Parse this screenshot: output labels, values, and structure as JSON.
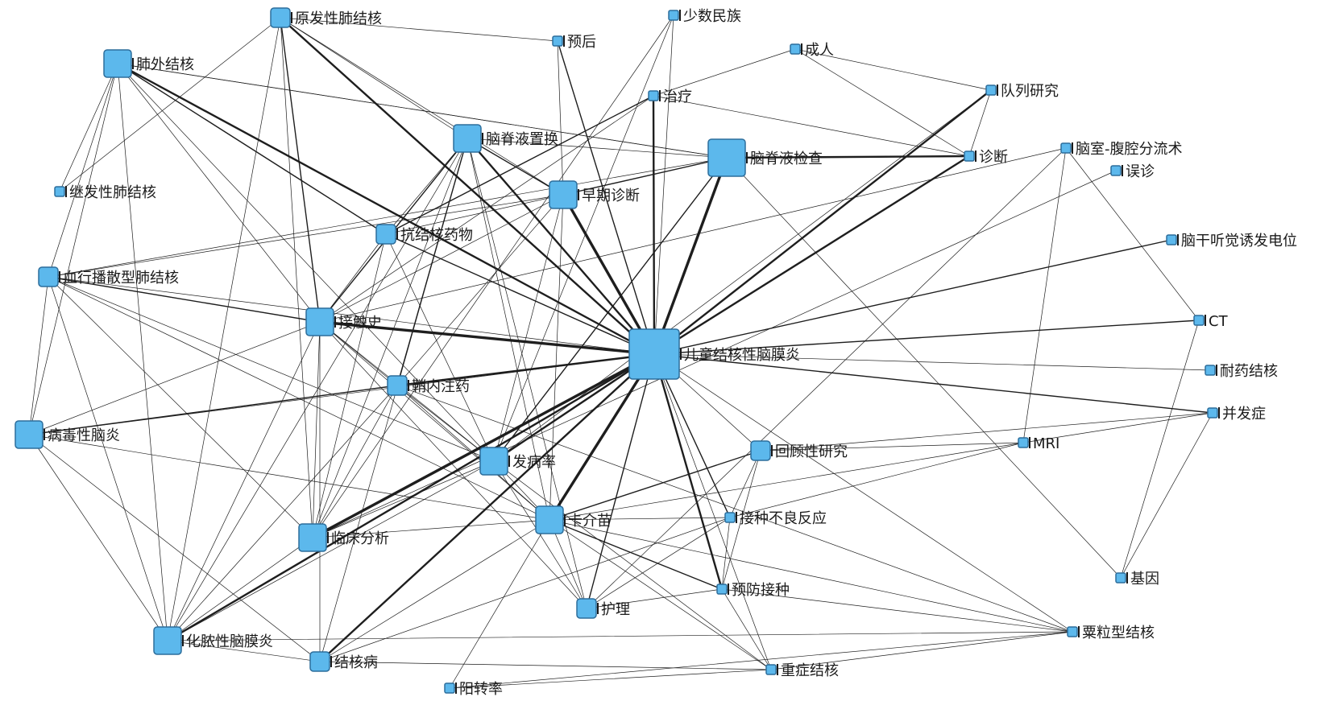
{
  "colors": {
    "node_fill": "#5cb8ec",
    "node_stroke": "#2d6e9c",
    "edge": "#1e1e1e",
    "background": "#ffffff"
  },
  "nodes": [
    {
      "id": "n0",
      "label": "儿童结核性脑膜炎",
      "size": "xl"
    },
    {
      "id": "n1",
      "label": "脑脊液检查",
      "size": "l"
    },
    {
      "id": "n2",
      "label": "脑脊液置换",
      "size": "m"
    },
    {
      "id": "n3",
      "label": "肺外结核",
      "size": "m"
    },
    {
      "id": "n4",
      "label": "原发性肺结核",
      "size": "s"
    },
    {
      "id": "n5",
      "label": "继发性肺结核",
      "size": "xs"
    },
    {
      "id": "n6",
      "label": "血行播散型肺结核",
      "size": "s"
    },
    {
      "id": "n7",
      "label": "病毒性脑炎",
      "size": "m"
    },
    {
      "id": "n8",
      "label": "化脓性脑膜炎",
      "size": "m"
    },
    {
      "id": "n9",
      "label": "结核病",
      "size": "s"
    },
    {
      "id": "n10",
      "label": "阳转率",
      "size": "xs"
    },
    {
      "id": "n11",
      "label": "临床分析",
      "size": "m"
    },
    {
      "id": "n12",
      "label": "接触史",
      "size": "m"
    },
    {
      "id": "n13",
      "label": "鞘内注药",
      "size": "s"
    },
    {
      "id": "n14",
      "label": "抗结核药物",
      "size": "s"
    },
    {
      "id": "n15",
      "label": "早期诊断",
      "size": "m"
    },
    {
      "id": "n16",
      "label": "发病率",
      "size": "m"
    },
    {
      "id": "n17",
      "label": "卡介苗",
      "size": "m"
    },
    {
      "id": "n18",
      "label": "护理",
      "size": "s"
    },
    {
      "id": "n19",
      "label": "预后",
      "size": "xs"
    },
    {
      "id": "n20",
      "label": "少数民族",
      "size": "xs"
    },
    {
      "id": "n21",
      "label": "治疗",
      "size": "xs"
    },
    {
      "id": "n22",
      "label": "成人",
      "size": "xs"
    },
    {
      "id": "n23",
      "label": "队列研究",
      "size": "xs"
    },
    {
      "id": "n24",
      "label": "诊断",
      "size": "xs"
    },
    {
      "id": "n25",
      "label": "脑室-腹腔分流术",
      "size": "xs"
    },
    {
      "id": "n26",
      "label": "误诊",
      "size": "xs"
    },
    {
      "id": "n27",
      "label": "脑干听觉诱发电位",
      "size": "xs"
    },
    {
      "id": "n28",
      "label": "CT",
      "size": "xs"
    },
    {
      "id": "n29",
      "label": "耐药结核",
      "size": "xs"
    },
    {
      "id": "n30",
      "label": "并发症",
      "size": "xs"
    },
    {
      "id": "n31",
      "label": "MRI",
      "size": "xs"
    },
    {
      "id": "n32",
      "label": "回顾性研究",
      "size": "s"
    },
    {
      "id": "n33",
      "label": "接种不良反应",
      "size": "xs"
    },
    {
      "id": "n34",
      "label": "预防接种",
      "size": "xs"
    },
    {
      "id": "n35",
      "label": "基因",
      "size": "xs"
    },
    {
      "id": "n36",
      "label": "粟粒型结核",
      "size": "xs"
    },
    {
      "id": "n37",
      "label": "重症结核",
      "size": "xs"
    }
  ],
  "edges": [
    [
      "n0",
      "n1",
      4
    ],
    [
      "n0",
      "n2",
      3
    ],
    [
      "n0",
      "n3",
      3
    ],
    [
      "n0",
      "n4",
      3
    ],
    [
      "n0",
      "n12",
      4
    ],
    [
      "n0",
      "n13",
      3
    ],
    [
      "n0",
      "n15",
      4
    ],
    [
      "n0",
      "n16",
      3
    ],
    [
      "n0",
      "n17",
      4
    ],
    [
      "n0",
      "n11",
      4
    ],
    [
      "n0",
      "n8",
      3
    ],
    [
      "n0",
      "n9",
      3
    ],
    [
      "n0",
      "n24",
      3
    ],
    [
      "n0",
      "n23",
      3
    ],
    [
      "n0",
      "n27",
      2
    ],
    [
      "n0",
      "n28",
      2
    ],
    [
      "n0",
      "n30",
      2
    ],
    [
      "n0",
      "n29",
      1
    ],
    [
      "n0",
      "n32",
      1
    ],
    [
      "n0",
      "n34",
      3
    ],
    [
      "n0",
      "n18",
      2
    ],
    [
      "n0",
      "n21",
      3
    ],
    [
      "n0",
      "n19",
      2
    ],
    [
      "n0",
      "n14",
      2
    ],
    [
      "n0",
      "n6",
      1
    ],
    [
      "n0",
      "n7",
      1
    ],
    [
      "n0",
      "n20",
      1
    ],
    [
      "n0",
      "n33",
      2
    ],
    [
      "n0",
      "n36",
      1
    ],
    [
      "n0",
      "n37",
      1
    ],
    [
      "n1",
      "n24",
      3
    ],
    [
      "n1",
      "n15",
      2
    ],
    [
      "n1",
      "n2",
      1
    ],
    [
      "n1",
      "n16",
      2
    ],
    [
      "n1",
      "n35",
      1
    ],
    [
      "n1",
      "n3",
      1
    ],
    [
      "n1",
      "n6",
      1
    ],
    [
      "n2",
      "n13",
      2
    ],
    [
      "n2",
      "n15",
      2
    ],
    [
      "n2",
      "n12",
      2
    ],
    [
      "n2",
      "n11",
      1
    ],
    [
      "n2",
      "n8",
      1
    ],
    [
      "n2",
      "n17",
      1
    ],
    [
      "n2",
      "n18",
      1
    ],
    [
      "n2",
      "n9",
      1
    ],
    [
      "n2",
      "n14",
      1
    ],
    [
      "n3",
      "n14",
      2
    ],
    [
      "n3",
      "n5",
      1
    ],
    [
      "n3",
      "n6",
      1
    ],
    [
      "n3",
      "n7",
      1
    ],
    [
      "n3",
      "n8",
      1
    ],
    [
      "n3",
      "n12",
      1
    ],
    [
      "n3",
      "n1",
      1
    ],
    [
      "n3",
      "n16",
      1
    ],
    [
      "n4",
      "n12",
      2
    ],
    [
      "n4",
      "n15",
      1
    ],
    [
      "n4",
      "n19",
      1
    ],
    [
      "n4",
      "n5",
      1
    ],
    [
      "n4",
      "n8",
      1
    ],
    [
      "n4",
      "n11",
      1
    ],
    [
      "n4",
      "n2",
      1
    ],
    [
      "n6",
      "n12",
      2
    ],
    [
      "n6",
      "n11",
      1
    ],
    [
      "n6",
      "n16",
      1
    ],
    [
      "n6",
      "n17",
      1
    ],
    [
      "n6",
      "n15",
      1
    ],
    [
      "n6",
      "n8",
      1
    ],
    [
      "n7",
      "n13",
      2
    ],
    [
      "n7",
      "n8",
      1
    ],
    [
      "n7",
      "n17",
      1
    ],
    [
      "n7",
      "n12",
      1
    ],
    [
      "n7",
      "n6",
      1
    ],
    [
      "n7",
      "n9",
      1
    ],
    [
      "n8",
      "n9",
      1
    ],
    [
      "n8",
      "n11",
      1
    ],
    [
      "n8",
      "n12",
      1
    ],
    [
      "n8",
      "n13",
      1
    ],
    [
      "n8",
      "n16",
      1
    ],
    [
      "n9",
      "n17",
      1
    ],
    [
      "n9",
      "n12",
      1
    ],
    [
      "n10",
      "n37",
      1
    ],
    [
      "n10",
      "n17",
      1
    ],
    [
      "n10",
      "n36",
      1
    ],
    [
      "n11",
      "n17",
      1
    ],
    [
      "n11",
      "n13",
      1
    ],
    [
      "n11",
      "n12",
      1
    ],
    [
      "n11",
      "n16",
      1
    ],
    [
      "n12",
      "n13",
      1
    ],
    [
      "n12",
      "n15",
      1
    ],
    [
      "n12",
      "n14",
      1
    ],
    [
      "n12",
      "n16",
      1
    ],
    [
      "n12",
      "n17",
      1
    ],
    [
      "n12",
      "n18",
      1
    ],
    [
      "n13",
      "n16",
      1
    ],
    [
      "n13",
      "n15",
      1
    ],
    [
      "n13",
      "n17",
      1
    ],
    [
      "n14",
      "n21",
      2
    ],
    [
      "n14",
      "n15",
      1
    ],
    [
      "n14",
      "n16",
      1
    ],
    [
      "n14",
      "n11",
      1
    ],
    [
      "n15",
      "n17",
      1
    ],
    [
      "n15",
      "n16",
      1
    ],
    [
      "n15",
      "n19",
      1
    ],
    [
      "n16",
      "n18",
      1
    ],
    [
      "n16",
      "n17",
      1
    ],
    [
      "n17",
      "n32",
      2
    ],
    [
      "n17",
      "n33",
      1
    ],
    [
      "n17",
      "n34",
      2
    ],
    [
      "n17",
      "n18",
      1
    ],
    [
      "n17",
      "n37",
      1
    ],
    [
      "n17",
      "n36",
      1
    ],
    [
      "n17",
      "n31",
      1
    ],
    [
      "n18",
      "n33",
      1
    ],
    [
      "n18",
      "n34",
      1
    ],
    [
      "n20",
      "n11",
      1
    ],
    [
      "n20",
      "n16",
      1
    ],
    [
      "n21",
      "n24",
      1
    ],
    [
      "n21",
      "n12",
      1
    ],
    [
      "n21",
      "n22",
      1
    ],
    [
      "n22",
      "n23",
      1
    ],
    [
      "n22",
      "n24",
      1
    ],
    [
      "n23",
      "n16",
      1
    ],
    [
      "n23",
      "n24",
      1
    ],
    [
      "n25",
      "n28",
      1
    ],
    [
      "n25",
      "n31",
      1
    ],
    [
      "n25",
      "n12",
      1
    ],
    [
      "n25",
      "n18",
      1
    ],
    [
      "n26",
      "n11",
      1
    ],
    [
      "n28",
      "n35",
      1
    ],
    [
      "n30",
      "n31",
      1
    ],
    [
      "n30",
      "n35",
      1
    ],
    [
      "n30",
      "n32",
      1
    ],
    [
      "n31",
      "n32",
      1
    ],
    [
      "n31",
      "n33",
      1
    ],
    [
      "n32",
      "n34",
      1
    ],
    [
      "n32",
      "n33",
      1
    ],
    [
      "n33",
      "n34",
      1
    ],
    [
      "n33",
      "n9",
      1
    ],
    [
      "n34",
      "n36",
      1
    ],
    [
      "n34",
      "n37",
      1
    ],
    [
      "n36",
      "n37",
      1
    ],
    [
      "n36",
      "n8",
      1
    ],
    [
      "n36",
      "n13",
      1
    ],
    [
      "n37",
      "n9",
      1
    ],
    [
      "n37",
      "n16",
      1
    ]
  ]
}
